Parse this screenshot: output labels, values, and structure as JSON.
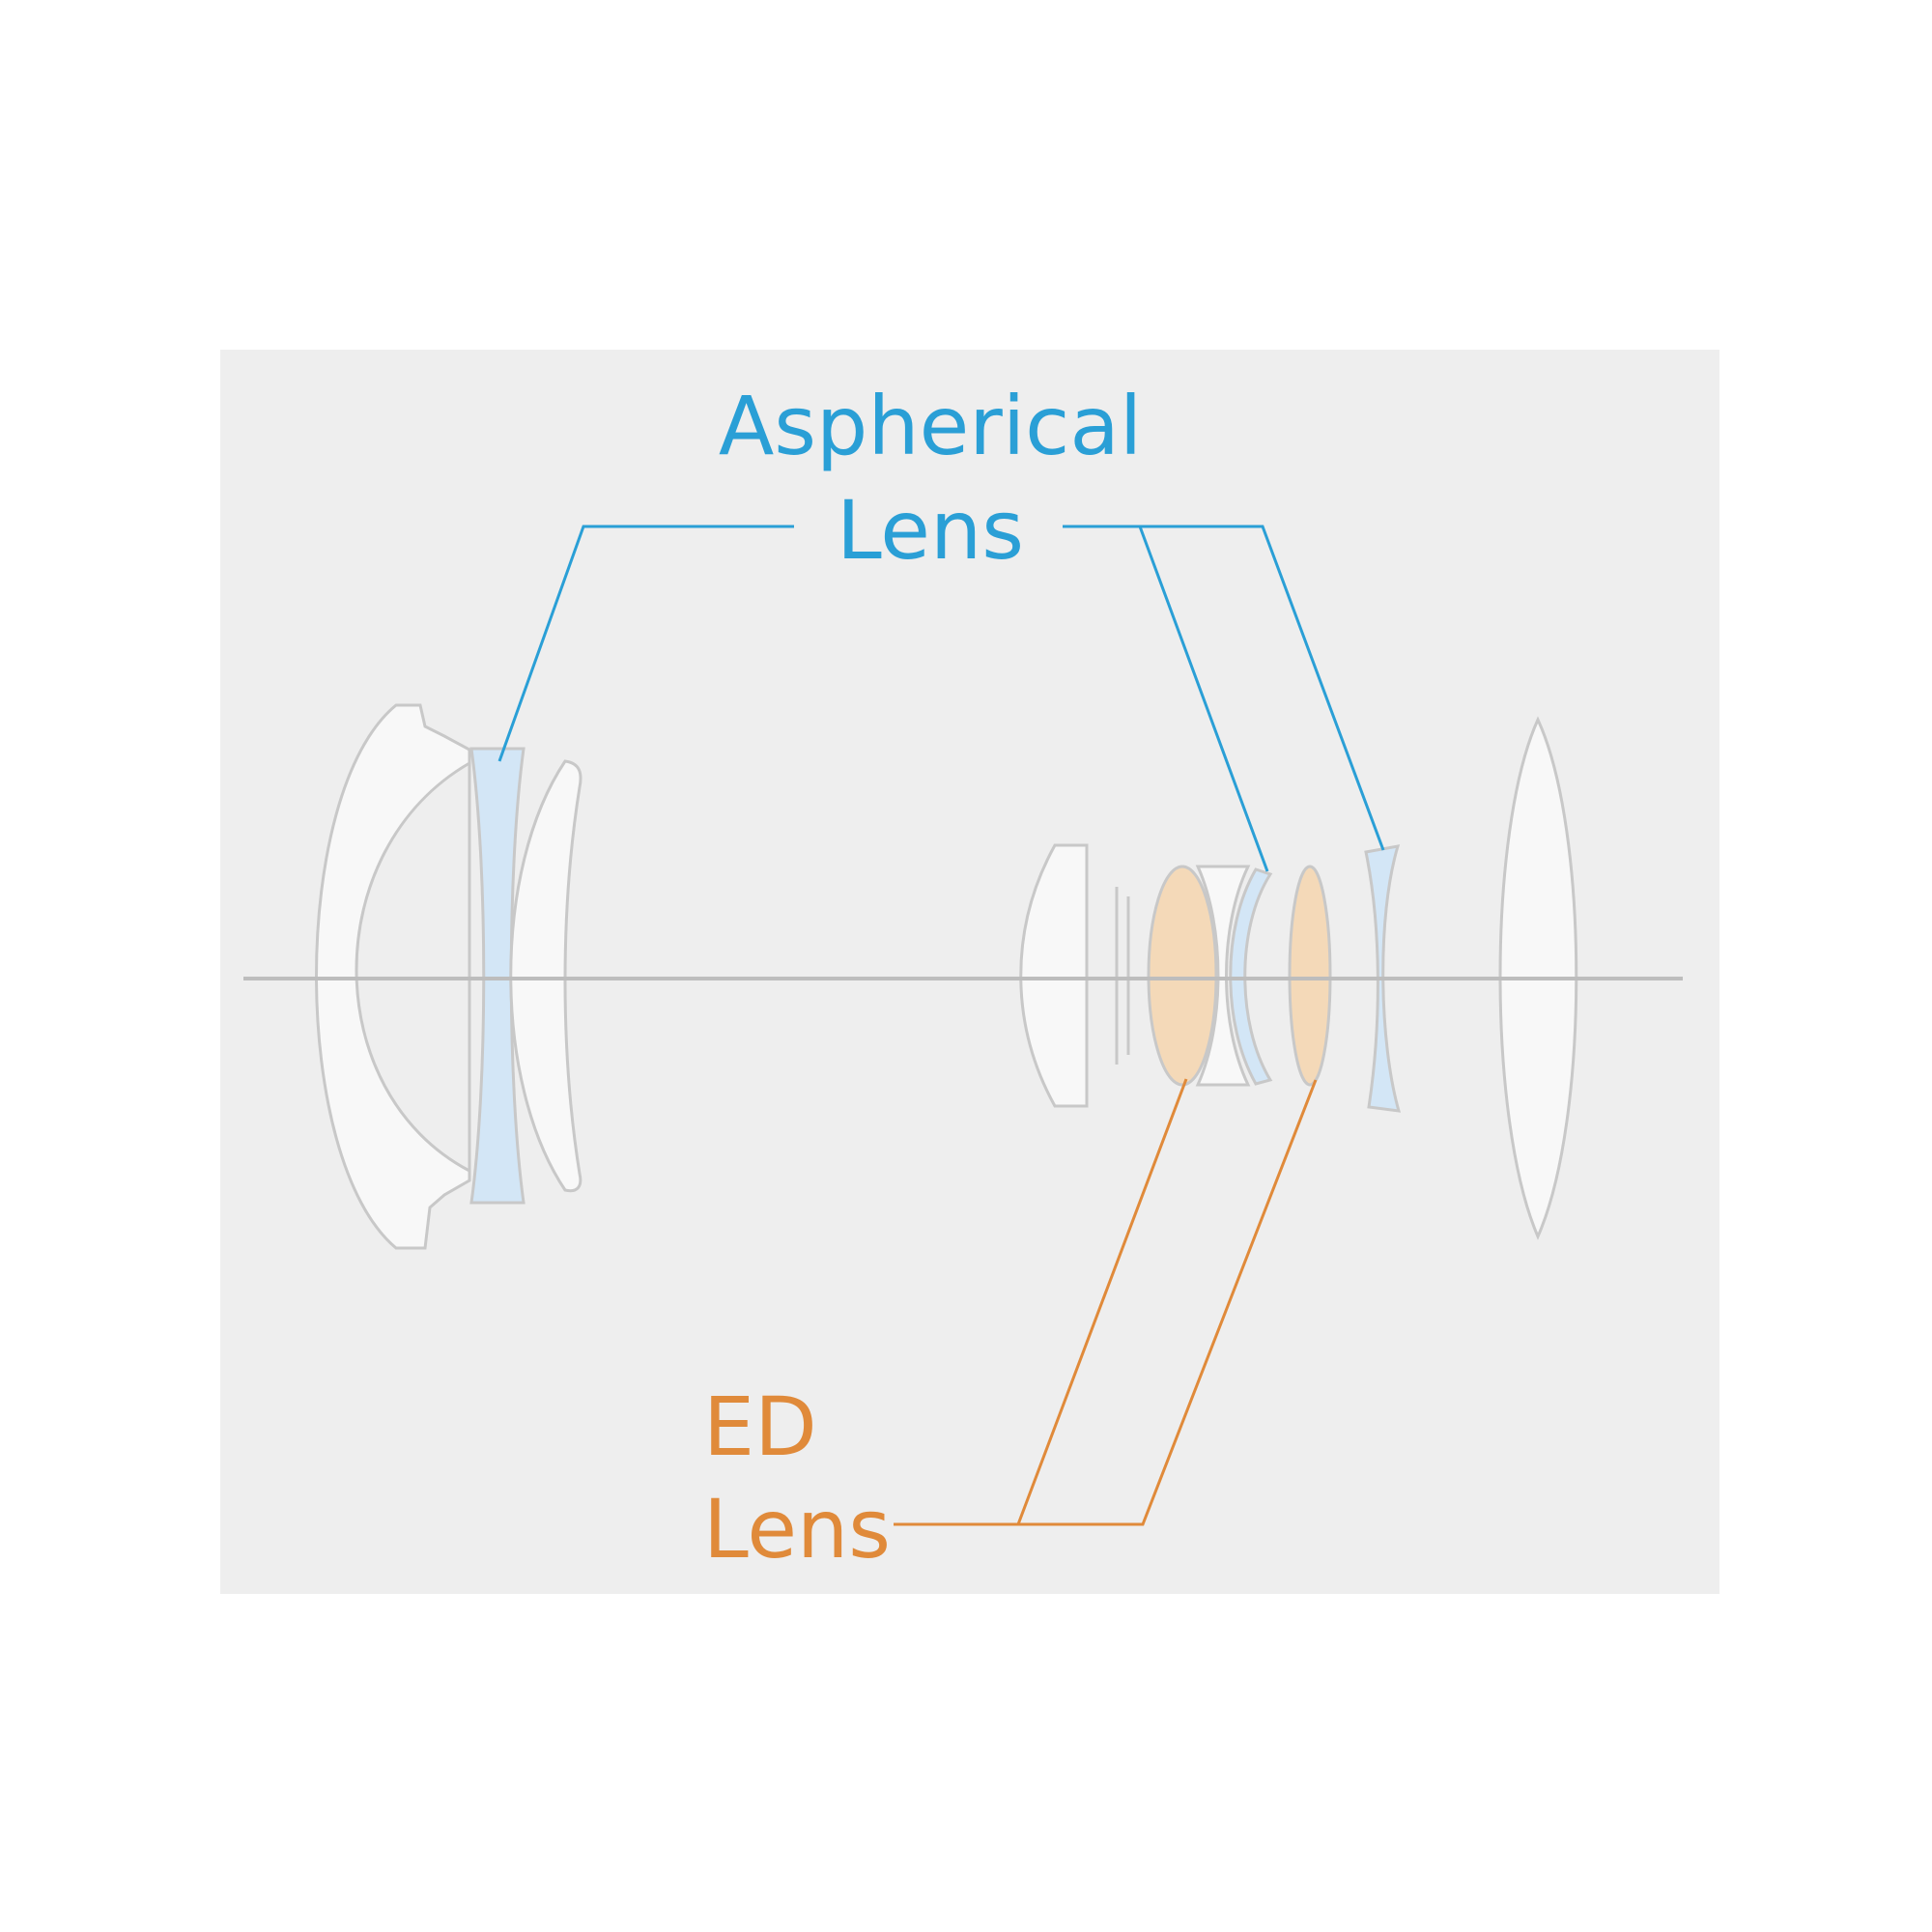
{
  "aspherical": {
    "line1": "Aspherical",
    "line2": "Lens",
    "color": "#2a9fd6"
  },
  "ed": {
    "line1": "ED",
    "line2": "Lens",
    "color": "#e08a3a"
  },
  "colors": {
    "panel": "#eeeeee",
    "outline": "#c8c8c8",
    "element_fill": "#f8f8f8",
    "aspherical_fill": "#d3e6f6",
    "ed_fill": "#f4d9b8",
    "axis": "#bdbdbd"
  }
}
